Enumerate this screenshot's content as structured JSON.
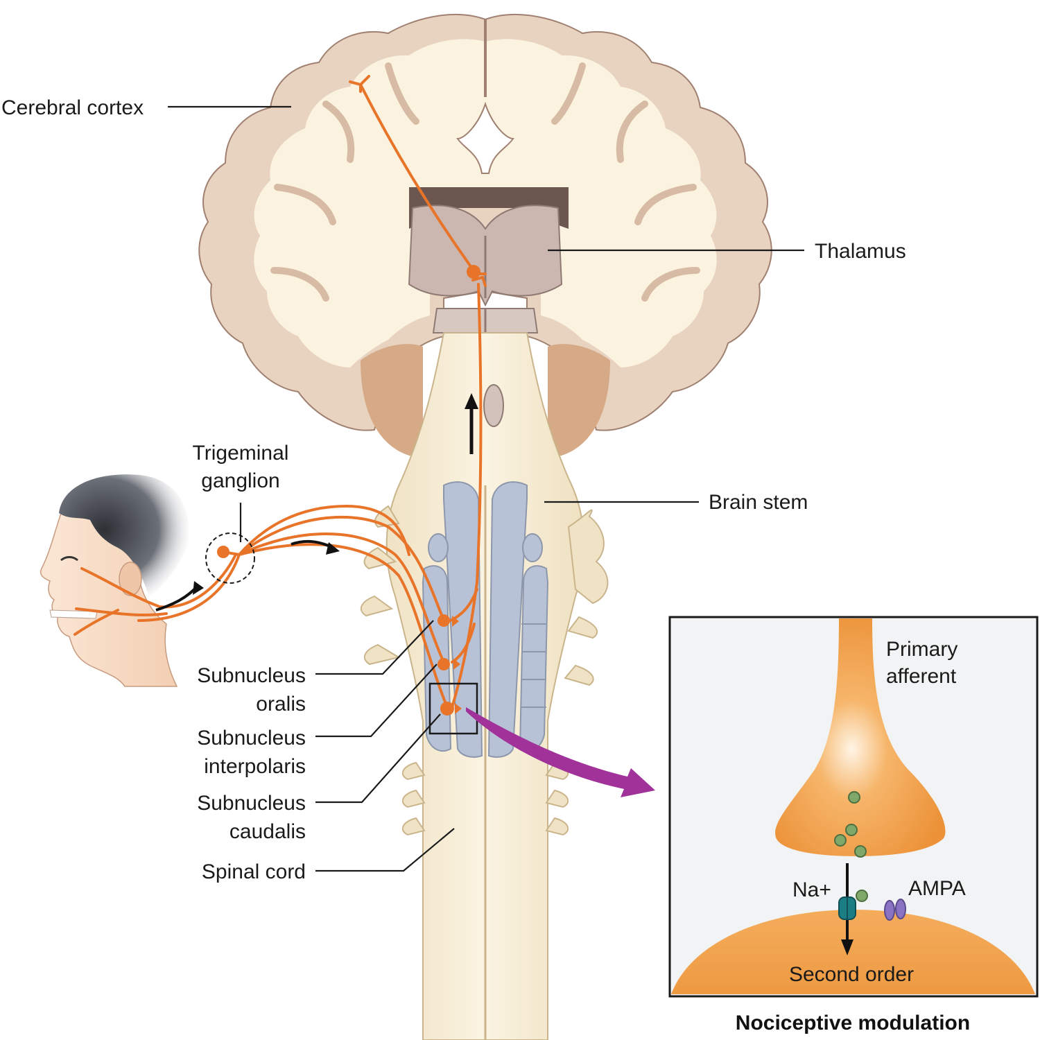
{
  "labels": {
    "cerebral_cortex": "Cerebral cortex",
    "thalamus": "Thalamus",
    "brain_stem": "Brain stem",
    "trigeminal_ganglion_line1": "Trigeminal",
    "trigeminal_ganglion_line2": "ganglion",
    "subnucleus_oralis_line1": "Subnucleus",
    "subnucleus_oralis_line2": "oralis",
    "subnucleus_interpolaris_line1": "Subnucleus",
    "subnucleus_interpolaris_line2": "interpolaris",
    "subnucleus_caudalis_line1": "Subnucleus",
    "subnucleus_caudalis_line2": "caudalis",
    "spinal_cord": "Spinal cord"
  },
  "inset": {
    "primary_afferent_line1": "Primary",
    "primary_afferent_line2": "afferent",
    "na_channel": "Na+",
    "ampa_receptor": "AMPA",
    "second_order": "Second order",
    "caption": "Nociceptive modulation"
  },
  "colors": {
    "nerve": "#e8742a",
    "cortex_outer": "#e8d2c0",
    "cortex_inner": "#fbf3df",
    "brainstem": "#f5ead3",
    "nucleus": "#b8c2d6",
    "thalamus": "#cbb7b0",
    "thalamus_dark": "#6b5650",
    "magenta_arrow": "#a0329a",
    "inset_bg": "#f1f3f4",
    "neuron_orange": "#f0a04a"
  }
}
